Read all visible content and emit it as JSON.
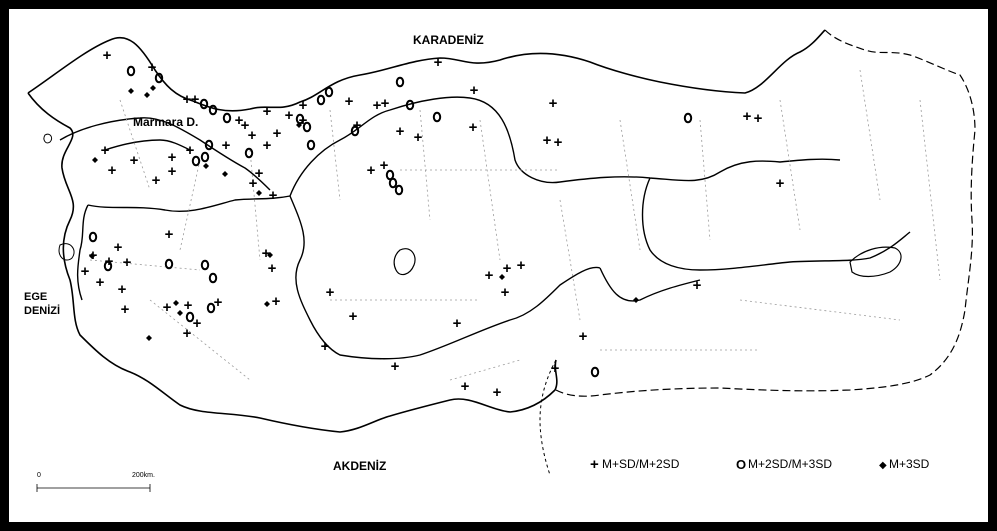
{
  "map": {
    "water_labels": {
      "black_sea": "KARADENİZ",
      "marmara": "Marmara D.",
      "aegean_line1": "EGE",
      "aegean_line2": "DENİZİ",
      "mediterranean": "AKDENİZ"
    },
    "scale_bar": {
      "start": "0",
      "end": "200km."
    },
    "legend": [
      {
        "symbol": "+",
        "label": "M+SD/M+2SD"
      },
      {
        "symbol": "O",
        "label": "M+2SD/M+3SD"
      },
      {
        "symbol": "◆",
        "label": "M+3SD"
      }
    ],
    "colors": {
      "ink": "#000000",
      "background": "#ffffff",
      "province_border": "#9a9a9a"
    }
  }
}
